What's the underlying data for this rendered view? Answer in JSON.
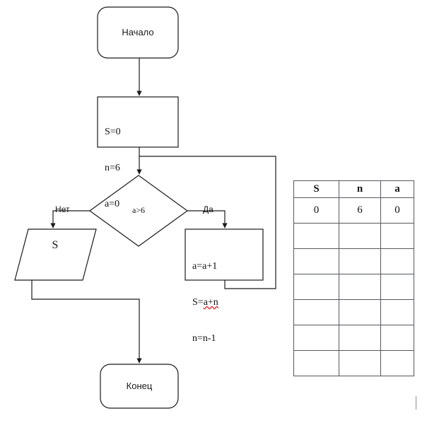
{
  "diagram": {
    "title": "Flowchart with trace table",
    "language": "ru",
    "stroke_color": "#1a1a1a",
    "background": "#ffffff"
  },
  "nodes": {
    "start": {
      "label": "Начало",
      "shape": "terminator"
    },
    "init": {
      "shape": "process",
      "lines": [
        "S=0",
        "n=6",
        "a=0"
      ]
    },
    "decision": {
      "label": "a>6",
      "shape": "decision"
    },
    "branch_no": {
      "label": "Нет"
    },
    "branch_yes": {
      "label": "Да"
    },
    "loop_body": {
      "shape": "process",
      "lines": [
        "a=a+1",
        "S=a+n",
        "n=n-1"
      ],
      "misspelled_fragment": "a+n"
    },
    "output": {
      "label": "S",
      "shape": "parallelogram"
    },
    "end": {
      "label": "Конец",
      "shape": "terminator"
    }
  },
  "trace_table": {
    "headers": [
      "S",
      "n",
      "a"
    ],
    "rows": [
      [
        "0",
        "6",
        "0"
      ],
      [
        "",
        "",
        ""
      ],
      [
        "",
        "",
        ""
      ],
      [
        "",
        "",
        ""
      ],
      [
        "",
        "",
        ""
      ],
      [
        "",
        "",
        ""
      ],
      [
        "",
        "",
        ""
      ]
    ]
  }
}
